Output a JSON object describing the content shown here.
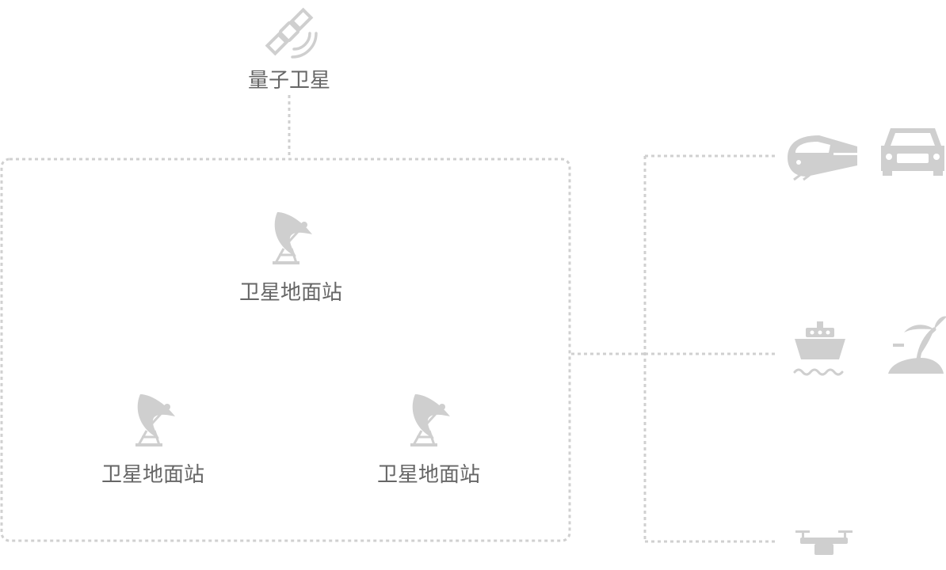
{
  "satellite": {
    "label": "量子卫星",
    "icon": "satellite-icon"
  },
  "ground_stations": [
    {
      "label": "卫星地面站",
      "icon": "satellite-dish-icon"
    },
    {
      "label": "卫星地面站",
      "icon": "satellite-dish-icon"
    },
    {
      "label": "卫星地面站",
      "icon": "satellite-dish-icon"
    }
  ],
  "endpoints": [
    {
      "icon": "train-icon"
    },
    {
      "icon": "car-icon"
    },
    {
      "icon": "ship-icon"
    },
    {
      "icon": "island-icon"
    },
    {
      "icon": "drone-icon"
    }
  ],
  "colors": {
    "line": "#d0d0d0",
    "icon": "#cfcfcf",
    "text": "#666666"
  }
}
